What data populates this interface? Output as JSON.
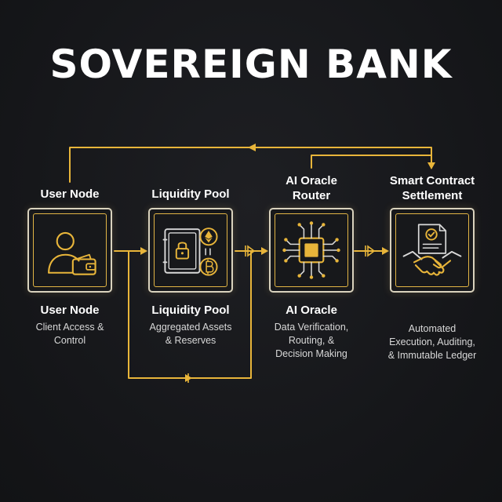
{
  "title": "SOVEREIGN BANK",
  "accent_color": "#e8b53a",
  "nodes": [
    {
      "heading": "User Node",
      "label": "User Node",
      "description": "Client Access &\nControl",
      "icon": "user-wallet-icon"
    },
    {
      "heading": "Liquidity Pool",
      "label": "Liquidity Pool",
      "description": "Aggregated Assets\n& Reserves",
      "icon": "vault-crypto-icon"
    },
    {
      "heading": "AI Oracle\nRouter",
      "label": "AI Oracle",
      "description": "Data Verification,\nRouting, &\nDecision Making",
      "icon": "ai-chip-icon"
    },
    {
      "heading": "Smart Contract\nSettlement",
      "label": "",
      "description": "Automated\nExecution, Auditing,\n& Immutable Ledger",
      "icon": "handshake-contract-icon"
    }
  ]
}
